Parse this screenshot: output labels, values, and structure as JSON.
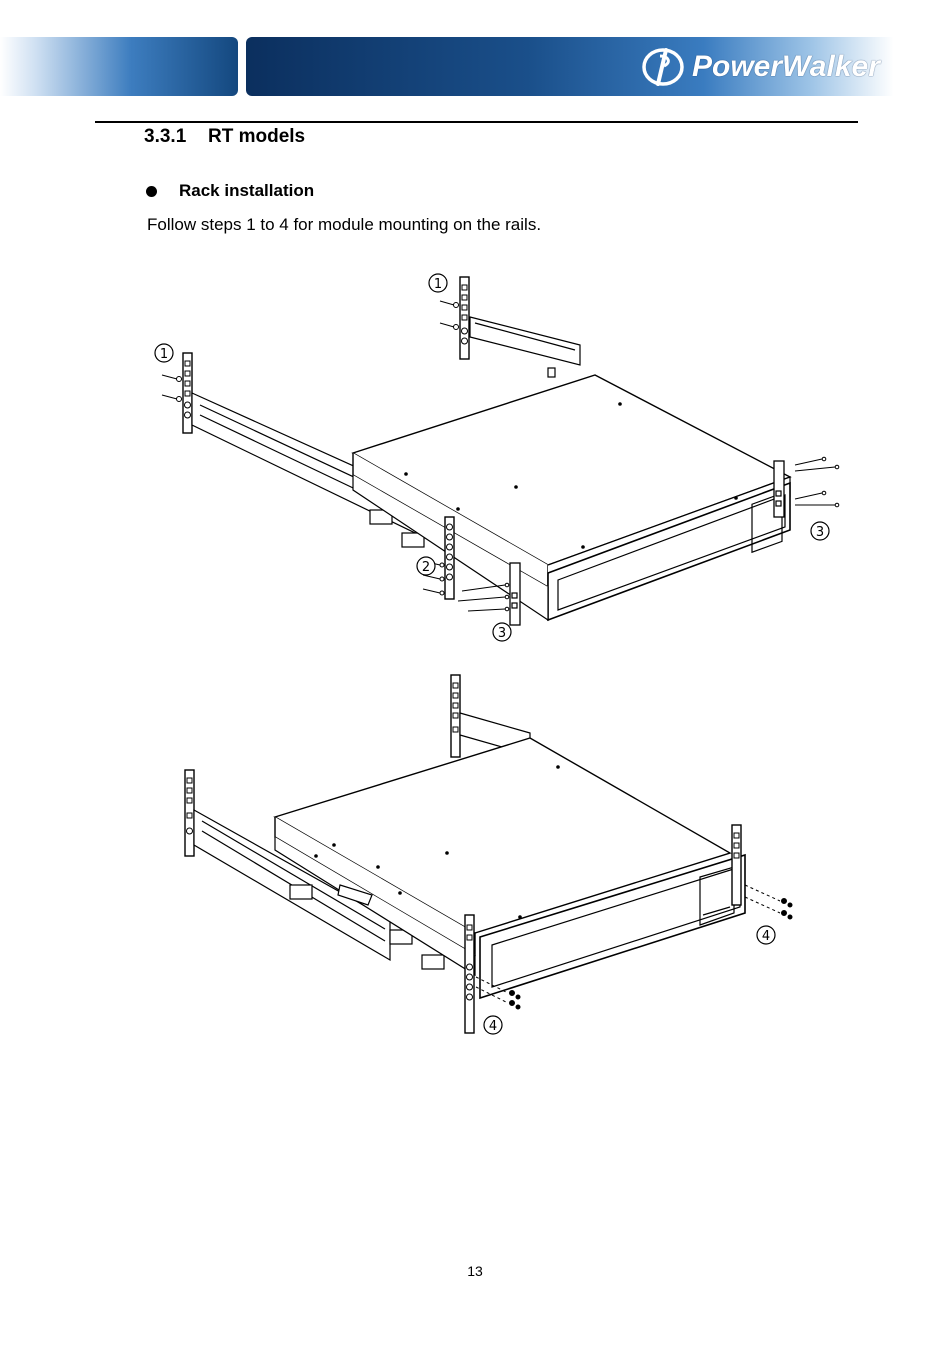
{
  "header": {
    "brand": "PowerWalker",
    "colors": {
      "dark_blue": "#0b2f5e",
      "mid_blue": "#3a7cc0"
    }
  },
  "section": {
    "number": "3.3.1",
    "title": "RT models"
  },
  "subsection": {
    "bullet_label": "Rack installation",
    "instruction": "Follow steps 1 to 4 for module mounting on the rails."
  },
  "figure": {
    "step_callouts": {
      "step1": "1",
      "step2": "2",
      "step3": "3",
      "step4": "4"
    }
  },
  "footer": {
    "page_number": "13"
  }
}
